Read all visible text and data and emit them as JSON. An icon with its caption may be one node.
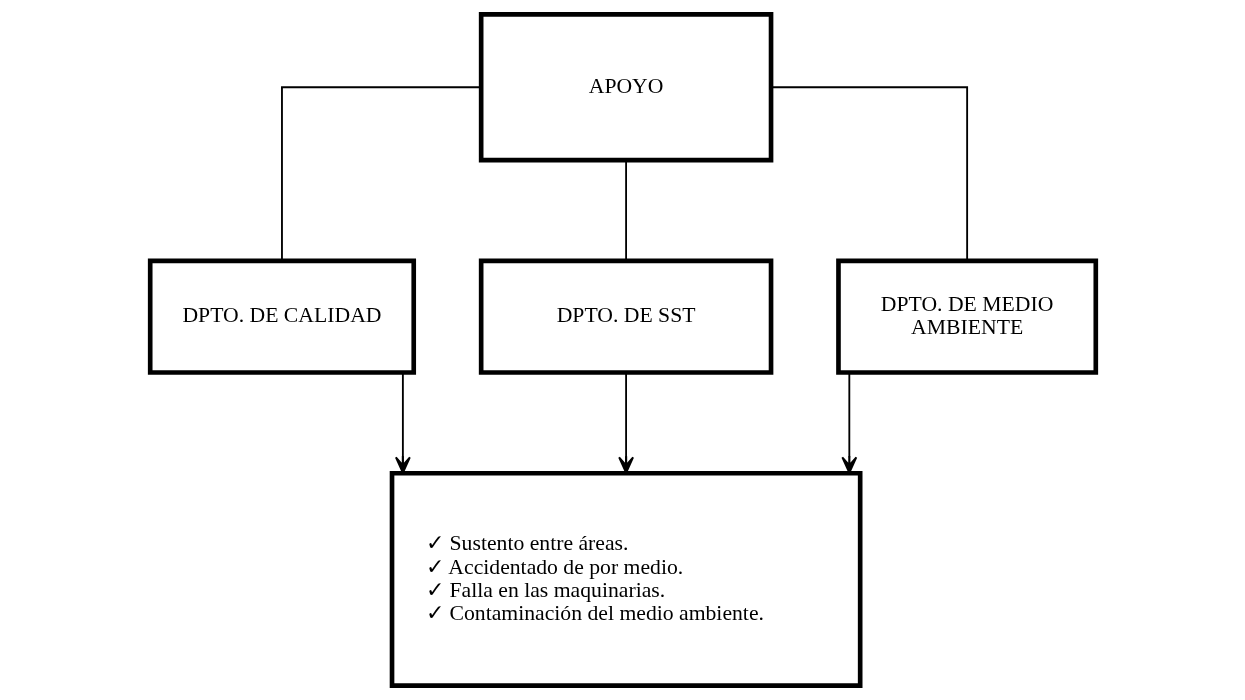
{
  "diagram": {
    "nodes": [
      {
        "text": [
          "APOYO"
        ]
      },
      {
        "text": [
          "DPTO. DE CALIDAD"
        ]
      },
      {
        "text": [
          "DPTO. DE SST"
        ]
      },
      {
        "text": [
          "DPTO. DE MEDIO AMBIENTE"
        ]
      },
      {
        "text": [
          "✓ Sustento entre áreas.",
          "✓ Accidentado de por medio.",
          "✓ Falla en las maquinarias.",
          "✓ Contaminación del medio ambiente."
        ]
      }
    ],
    "edges": [
      {
        "from": 0,
        "to": 1,
        "arrow": "none"
      },
      {
        "from": 0,
        "to": 2,
        "arrow": "none"
      },
      {
        "from": 0,
        "to": 3,
        "arrow": "none"
      },
      {
        "from": 1,
        "to": 4,
        "arrow": "to"
      },
      {
        "from": 2,
        "to": 4,
        "arrow": "to"
      },
      {
        "from": 3,
        "to": 4,
        "arrow": "to"
      }
    ]
  }
}
